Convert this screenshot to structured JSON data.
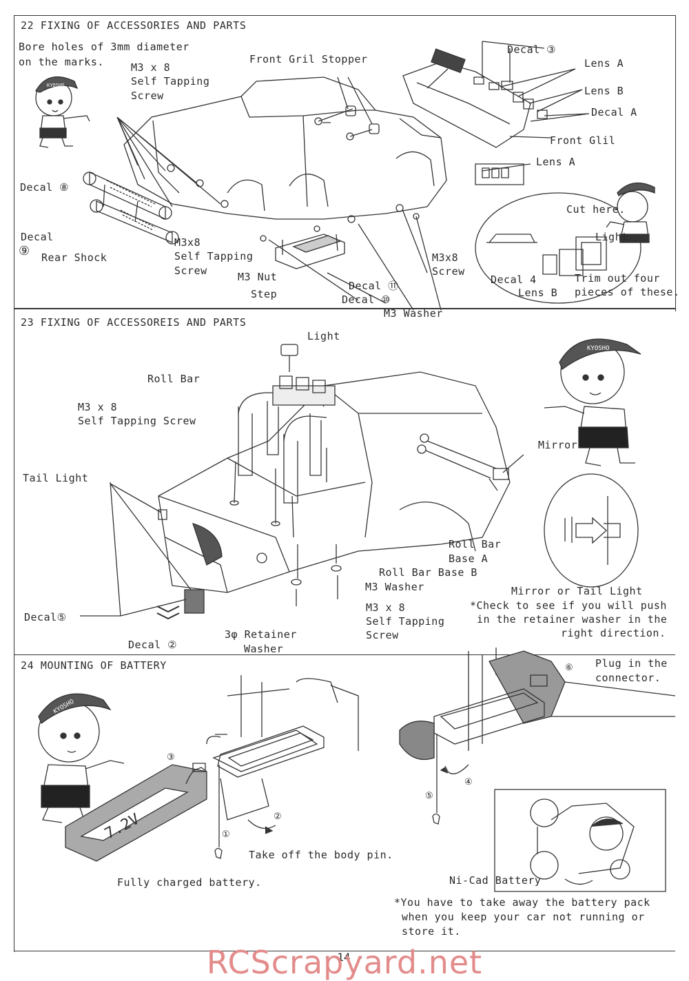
{
  "colors": {
    "ink": "#2a2a2a",
    "watermark": "#e38b8b",
    "shade": "#9a9a9a"
  },
  "s22": {
    "title": "22 FIXING OF ACCESSORIES AND PARTS",
    "note1": "Bore holes of 3mm diameter",
    "note2": "on the marks.",
    "screw1a": "M3 x 8",
    "screw1b": "Self Tapping",
    "screw1c": "Screw",
    "front_gril_stopper": "Front Gril Stopper",
    "decal3": "Decal ③",
    "lens_a": "Lens A",
    "lens_b": "Lens B",
    "decal_a": "Decal A",
    "front_glil": "Front Glil",
    "lens_a2": "Lens A",
    "decal8": "Decal ⑧",
    "decal9a": "Decal",
    "decal9b": "⑨",
    "rear_shock": "Rear Shock",
    "screw2a": "M3x8",
    "screw2b": "Self Tapping",
    "screw2c": "Screw",
    "m3_nut": "M3 Nut",
    "step": "Step",
    "decal11": "Decal ⑪",
    "decal10": "Decal ⑩",
    "m3_washer": "M3 Washer",
    "screw3a": "M3x8",
    "screw3b": "Screw",
    "cut_here": "Cut here.",
    "light": "Light",
    "decal4": "Decal 4",
    "lens_b2": "Lens B",
    "trim1": "Trim out four",
    "trim2": "pieces of these."
  },
  "s23": {
    "title": "23 FIXING OF ACCESSOREIS AND PARTS",
    "light": "Light",
    "roll_bar": "Roll Bar",
    "screw_a": "M3 x 8",
    "screw_b": "Self Tapping Screw",
    "tail_light": "Tail Light",
    "mirror": "Mirror",
    "rb_base_a1": "Roll Bar",
    "rb_base_a2": "Base A",
    "rb_base_b": "Roll Bar Base B",
    "m3_washer": "M3 Washer",
    "screw2a": "M3 x 8",
    "screw2b": "Self Tapping",
    "screw2c": "Screw",
    "decal5": "Decal⑤",
    "decal2": "Decal ②",
    "retainer1": "3φ Retainer",
    "retainer2": "Washer",
    "mirror_tail": "Mirror or Tail Light",
    "check1": "*Check to see if you will push",
    "check2": "in the retainer washer in the",
    "check3": "right direction."
  },
  "s24": {
    "title": "24 MOUNTING OF BATTERY",
    "plug1": "Plug in the",
    "plug2": "connector.",
    "take_off": "Take off the body pin.",
    "charged": "Fully charged battery.",
    "nicad": "Ni-Cad Battery",
    "note1": "*You have to take away the battery pack",
    "note2": "when you keep your car not running or",
    "note3": "store it.",
    "battery_label": "7.2V",
    "cap_logo": "KYOSHO",
    "step1": "①",
    "step2": "②",
    "step3": "③",
    "step4": "④",
    "step5": "⑤",
    "step6": "⑥"
  },
  "page_number": "- 14 -",
  "watermark": "RCScrapyard.net"
}
